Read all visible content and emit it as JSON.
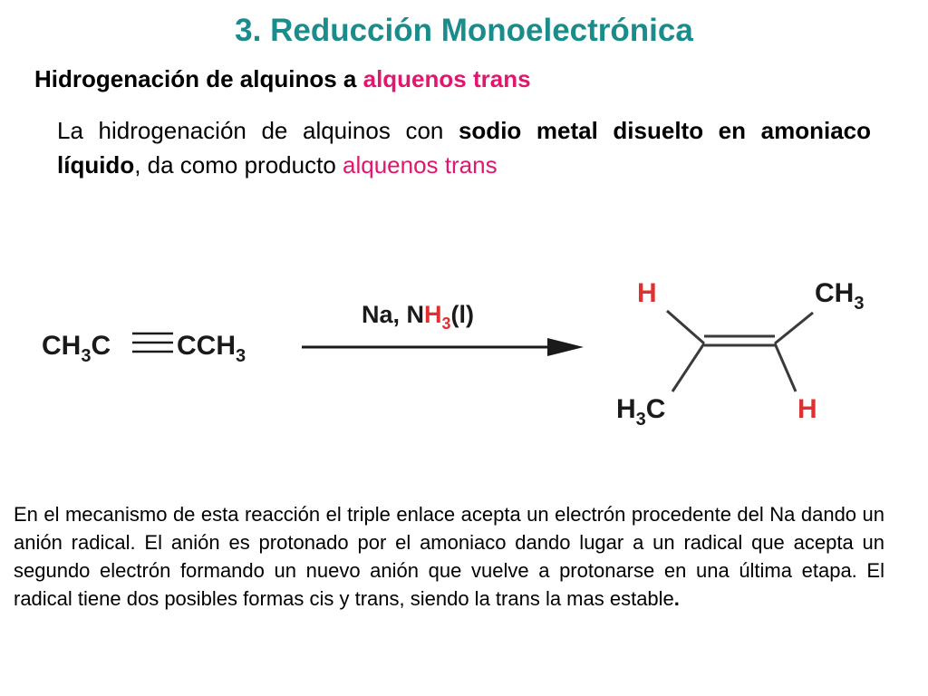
{
  "slide": {
    "title": "3. Reducción Monoelectrónica",
    "subtitle": {
      "part1": "Hidrogenación de alquinos a ",
      "part2": "alquenos trans"
    },
    "intro": {
      "part1": "La hidrogenación de alquinos con ",
      "bold1": "sodio metal disuelto en amoniaco líquido",
      "part2": ", da como producto ",
      "pink": "alquenos trans"
    },
    "paragraph": {
      "body": "En el mecanismo de esta reacción el triple enlace acepta un electrón procedente del Na dando un anión radical. El anión es protonado por el amoniaco dando lugar a un radical que acepta un segundo electrón formando un nuevo anión que vuelve a protonarse en una última etapa. El radical tiene dos posibles formas cis y trans, siendo la trans la mas estable",
      "period": "."
    }
  },
  "reaction": {
    "reactant": {
      "left": "CH",
      "left_sub": "3",
      "left_c": "C",
      "right": "CCH",
      "right_sub": "3"
    },
    "reagent": {
      "na": "Na, N",
      "h": "H",
      "sub": "3",
      "phase": "(l)"
    },
    "product": {
      "h_top": "H",
      "ch3_top": "CH",
      "ch3_top_sub": "3",
      "h3c_h": "H",
      "h3c_sub": "3",
      "h3c_c": "C",
      "h_bottom": "H"
    },
    "colors": {
      "hydrogen": "#e03030",
      "text": "#1a1a1a"
    }
  }
}
